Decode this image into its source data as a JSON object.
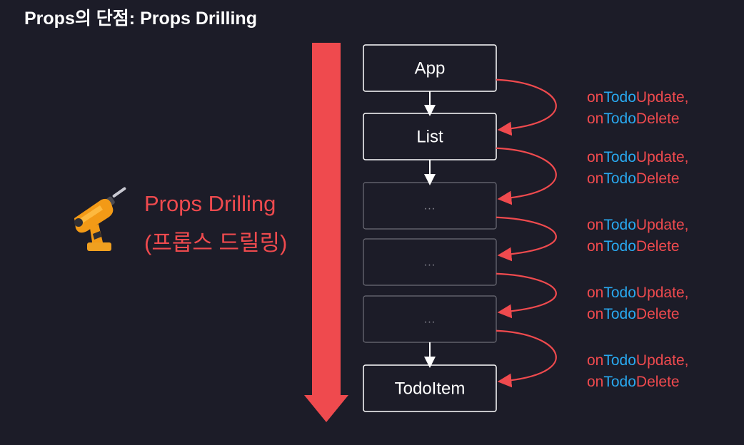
{
  "title": "Props의 단점: Props Drilling",
  "drilling_label": {
    "line1": "Props Drilling",
    "line2": "(프롭스 드릴링)"
  },
  "drill_icon": "power-drill-icon",
  "colors": {
    "background": "#1c1c28",
    "accent_red": "#ef4a4e",
    "accent_blue": "#29a9f0",
    "node_border": "#ffffff",
    "faded_border": "#6e6e78"
  },
  "nodes": [
    {
      "label": "App",
      "faded": false
    },
    {
      "label": "List",
      "faded": false
    },
    {
      "label": "...",
      "faded": true
    },
    {
      "label": "...",
      "faded": true
    },
    {
      "label": "...",
      "faded": true
    },
    {
      "label": "TodoItem",
      "faded": false
    }
  ],
  "props_labels": [
    {
      "line1": [
        "on",
        "Todo",
        "Update,"
      ],
      "line2": [
        "on",
        "Todo",
        "Delete"
      ]
    },
    {
      "line1": [
        "on",
        "Todo",
        "Update,"
      ],
      "line2": [
        "on",
        "Todo",
        "Delete"
      ]
    },
    {
      "line1": [
        "on",
        "Todo",
        "Update,"
      ],
      "line2": [
        "on",
        "Todo",
        "Delete"
      ]
    },
    {
      "line1": [
        "on",
        "Todo",
        "Update,"
      ],
      "line2": [
        "on",
        "Todo",
        "Delete"
      ]
    },
    {
      "line1": [
        "on",
        "Todo",
        "Update,"
      ],
      "line2": [
        "on",
        "Todo",
        "Delete"
      ]
    }
  ]
}
